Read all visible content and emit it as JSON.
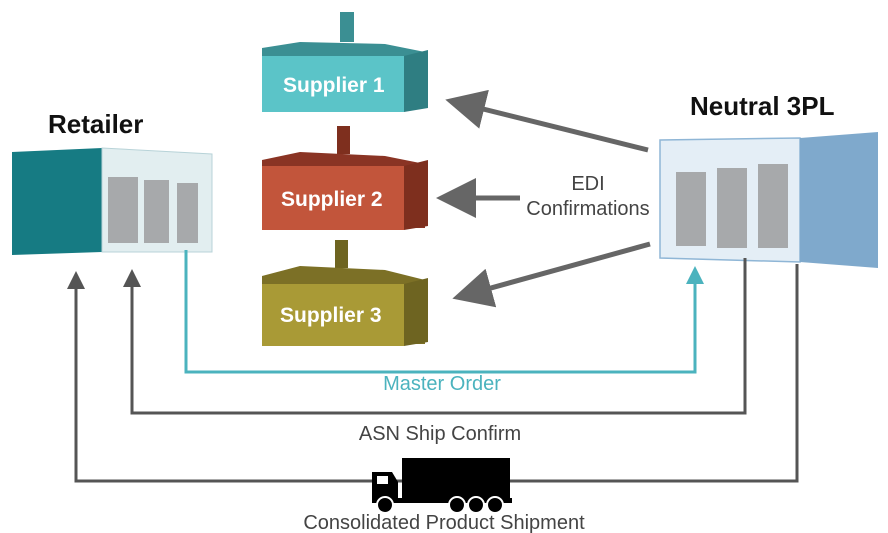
{
  "retailer": {
    "label": "Retailer"
  },
  "neutral_3pl": {
    "label": "Neutral 3PL"
  },
  "suppliers": [
    {
      "label": "Supplier 1",
      "color": "#5bc4c8"
    },
    {
      "label": "Supplier 2",
      "color": "#c2553b"
    },
    {
      "label": "Supplier 3",
      "color": "#a99a36"
    }
  ],
  "edi": {
    "line1": "EDI",
    "line2": "Confirmations"
  },
  "flows": {
    "master_order": {
      "label": "Master Order",
      "color": "#4bb3be"
    },
    "asn": {
      "label": "ASN Ship Confirm",
      "color": "#555555"
    },
    "shipment": {
      "label": "Consolidated Product Shipment",
      "color": "#555555"
    }
  },
  "colors": {
    "retailer_front": "#e2eef0",
    "retailer_side": "#167b83",
    "tpl_front": "#e4eef6",
    "tpl_side": "#7fa9cc",
    "window": "#a7a9ab",
    "arrow_gray": "#666666"
  }
}
